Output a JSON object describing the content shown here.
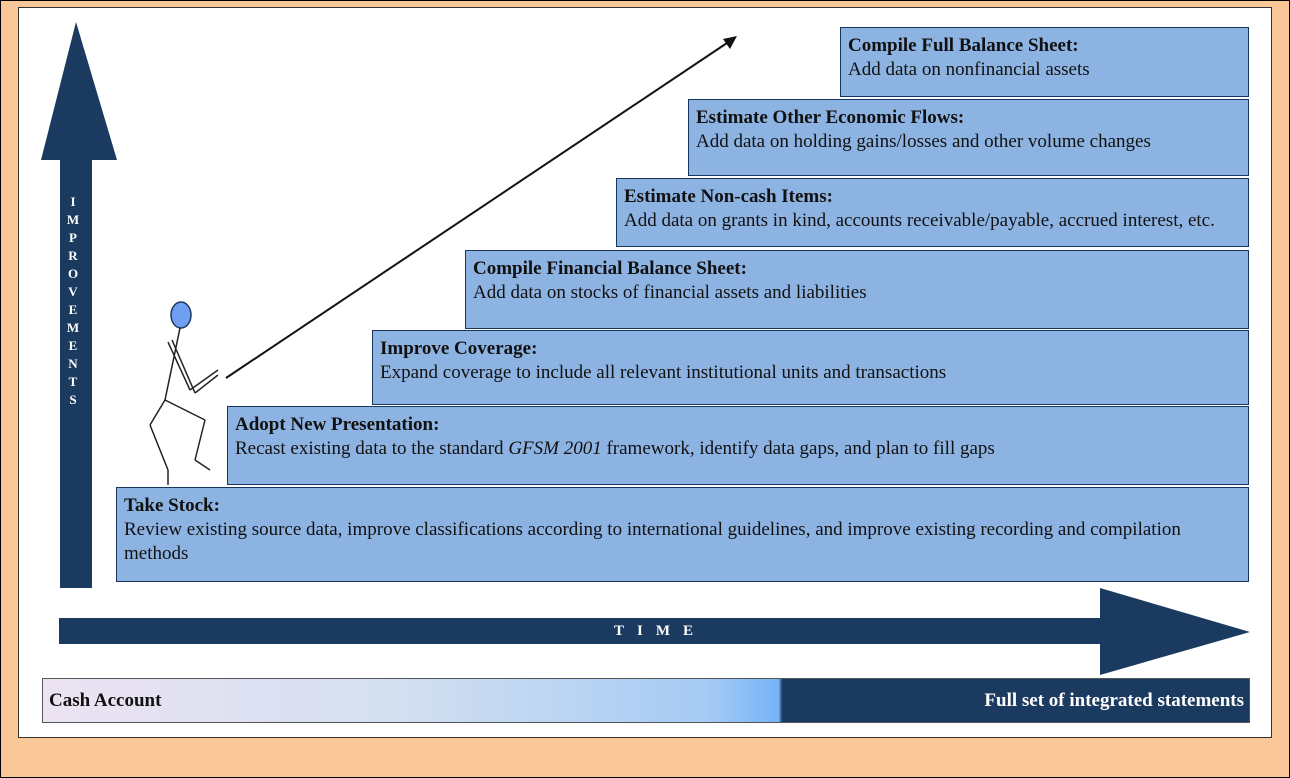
{
  "steps": [
    {
      "title": "Take Stock:",
      "desc": "Review existing source data, improve classifications according to international guidelines, and improve existing recording and compilation methods"
    },
    {
      "title": "Adopt New Presentation:",
      "desc_pre": "Recast existing data to the standard ",
      "desc_em": "GFSM 2001",
      "desc_post": " framework, identify data gaps, and plan to fill gaps"
    },
    {
      "title": "Improve Coverage:",
      "desc": "Expand coverage to include all relevant institutional units and transactions"
    },
    {
      "title": "Compile Financial Balance Sheet:",
      "desc": "Add data on stocks of financial assets and liabilities"
    },
    {
      "title": "Estimate Non-cash Items:",
      "desc": "Add data on grants in kind, accounts receivable/payable, accrued interest, etc."
    },
    {
      "title": "Estimate Other Economic Flows:",
      "desc": "Add data on holding gains/losses and other volume changes"
    },
    {
      "title": "Compile Full Balance Sheet:",
      "desc": "Add data on nonfinancial assets"
    }
  ],
  "axes": {
    "vertical_letters": [
      "I",
      "M",
      "P",
      "R",
      "O",
      "V",
      "E",
      "M",
      "E",
      "N",
      "T",
      "S"
    ],
    "horizontal": "TIME"
  },
  "bottom_bar": {
    "left": "Cash Account",
    "right": "Full set of integrated statements"
  },
  "colors": {
    "background": "#fac898",
    "step_fill": "#8db3e2",
    "arrow_fill": "#1b3a5f"
  }
}
